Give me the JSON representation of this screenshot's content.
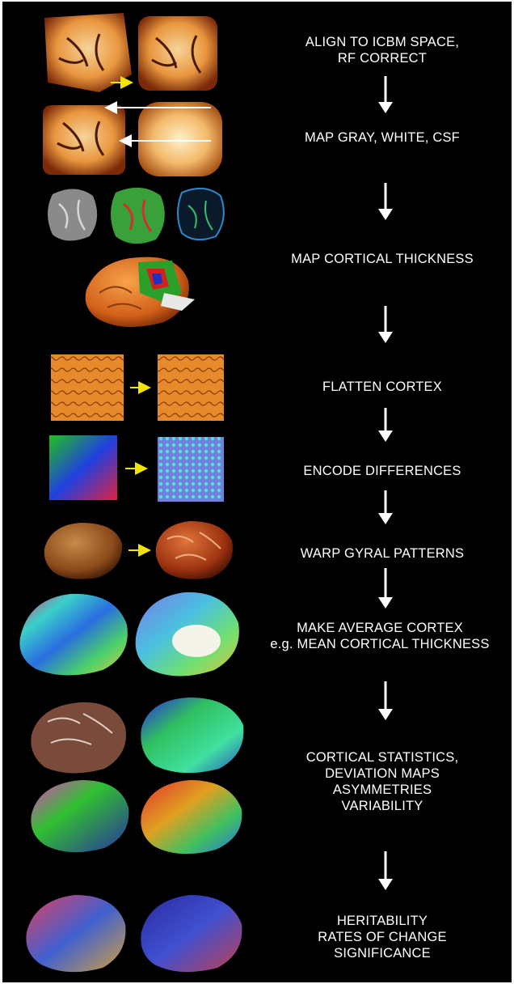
{
  "steps": [
    {
      "lines": [
        "ALIGN TO ICBM SPACE,",
        "RF CORRECT"
      ]
    },
    {
      "lines": [
        "MAP GRAY, WHITE, CSF"
      ]
    },
    {
      "lines": [
        "MAP CORTICAL THICKNESS"
      ]
    },
    {
      "lines": [
        "FLATTEN CORTEX"
      ]
    },
    {
      "lines": [
        "ENCODE DIFFERENCES"
      ]
    },
    {
      "lines": [
        "WARP GYRAL PATTERNS"
      ]
    },
    {
      "lines": [
        "MAKE AVERAGE CORTEX",
        "e.g. MEAN CORTICAL THICKNESS"
      ]
    },
    {
      "lines": [
        "CORTICAL STATISTICS,",
        "DEVIATION MAPS",
        "ASYMMETRIES",
        "VARIABILITY"
      ]
    },
    {
      "lines": [
        "HERITABILITY",
        "RATES OF CHANGE",
        "SIGNIFICANCE"
      ]
    }
  ],
  "colors": {
    "background": "#000000",
    "text": "#ffffff",
    "flow_arrow": "#ffffff",
    "transform_arrow": "#f2e600"
  },
  "icons": [
    "brain-mri-slice",
    "brain-surface-render",
    "flat-map",
    "flow-arrow-down-icon",
    "transform-arrow-right-icon"
  ]
}
